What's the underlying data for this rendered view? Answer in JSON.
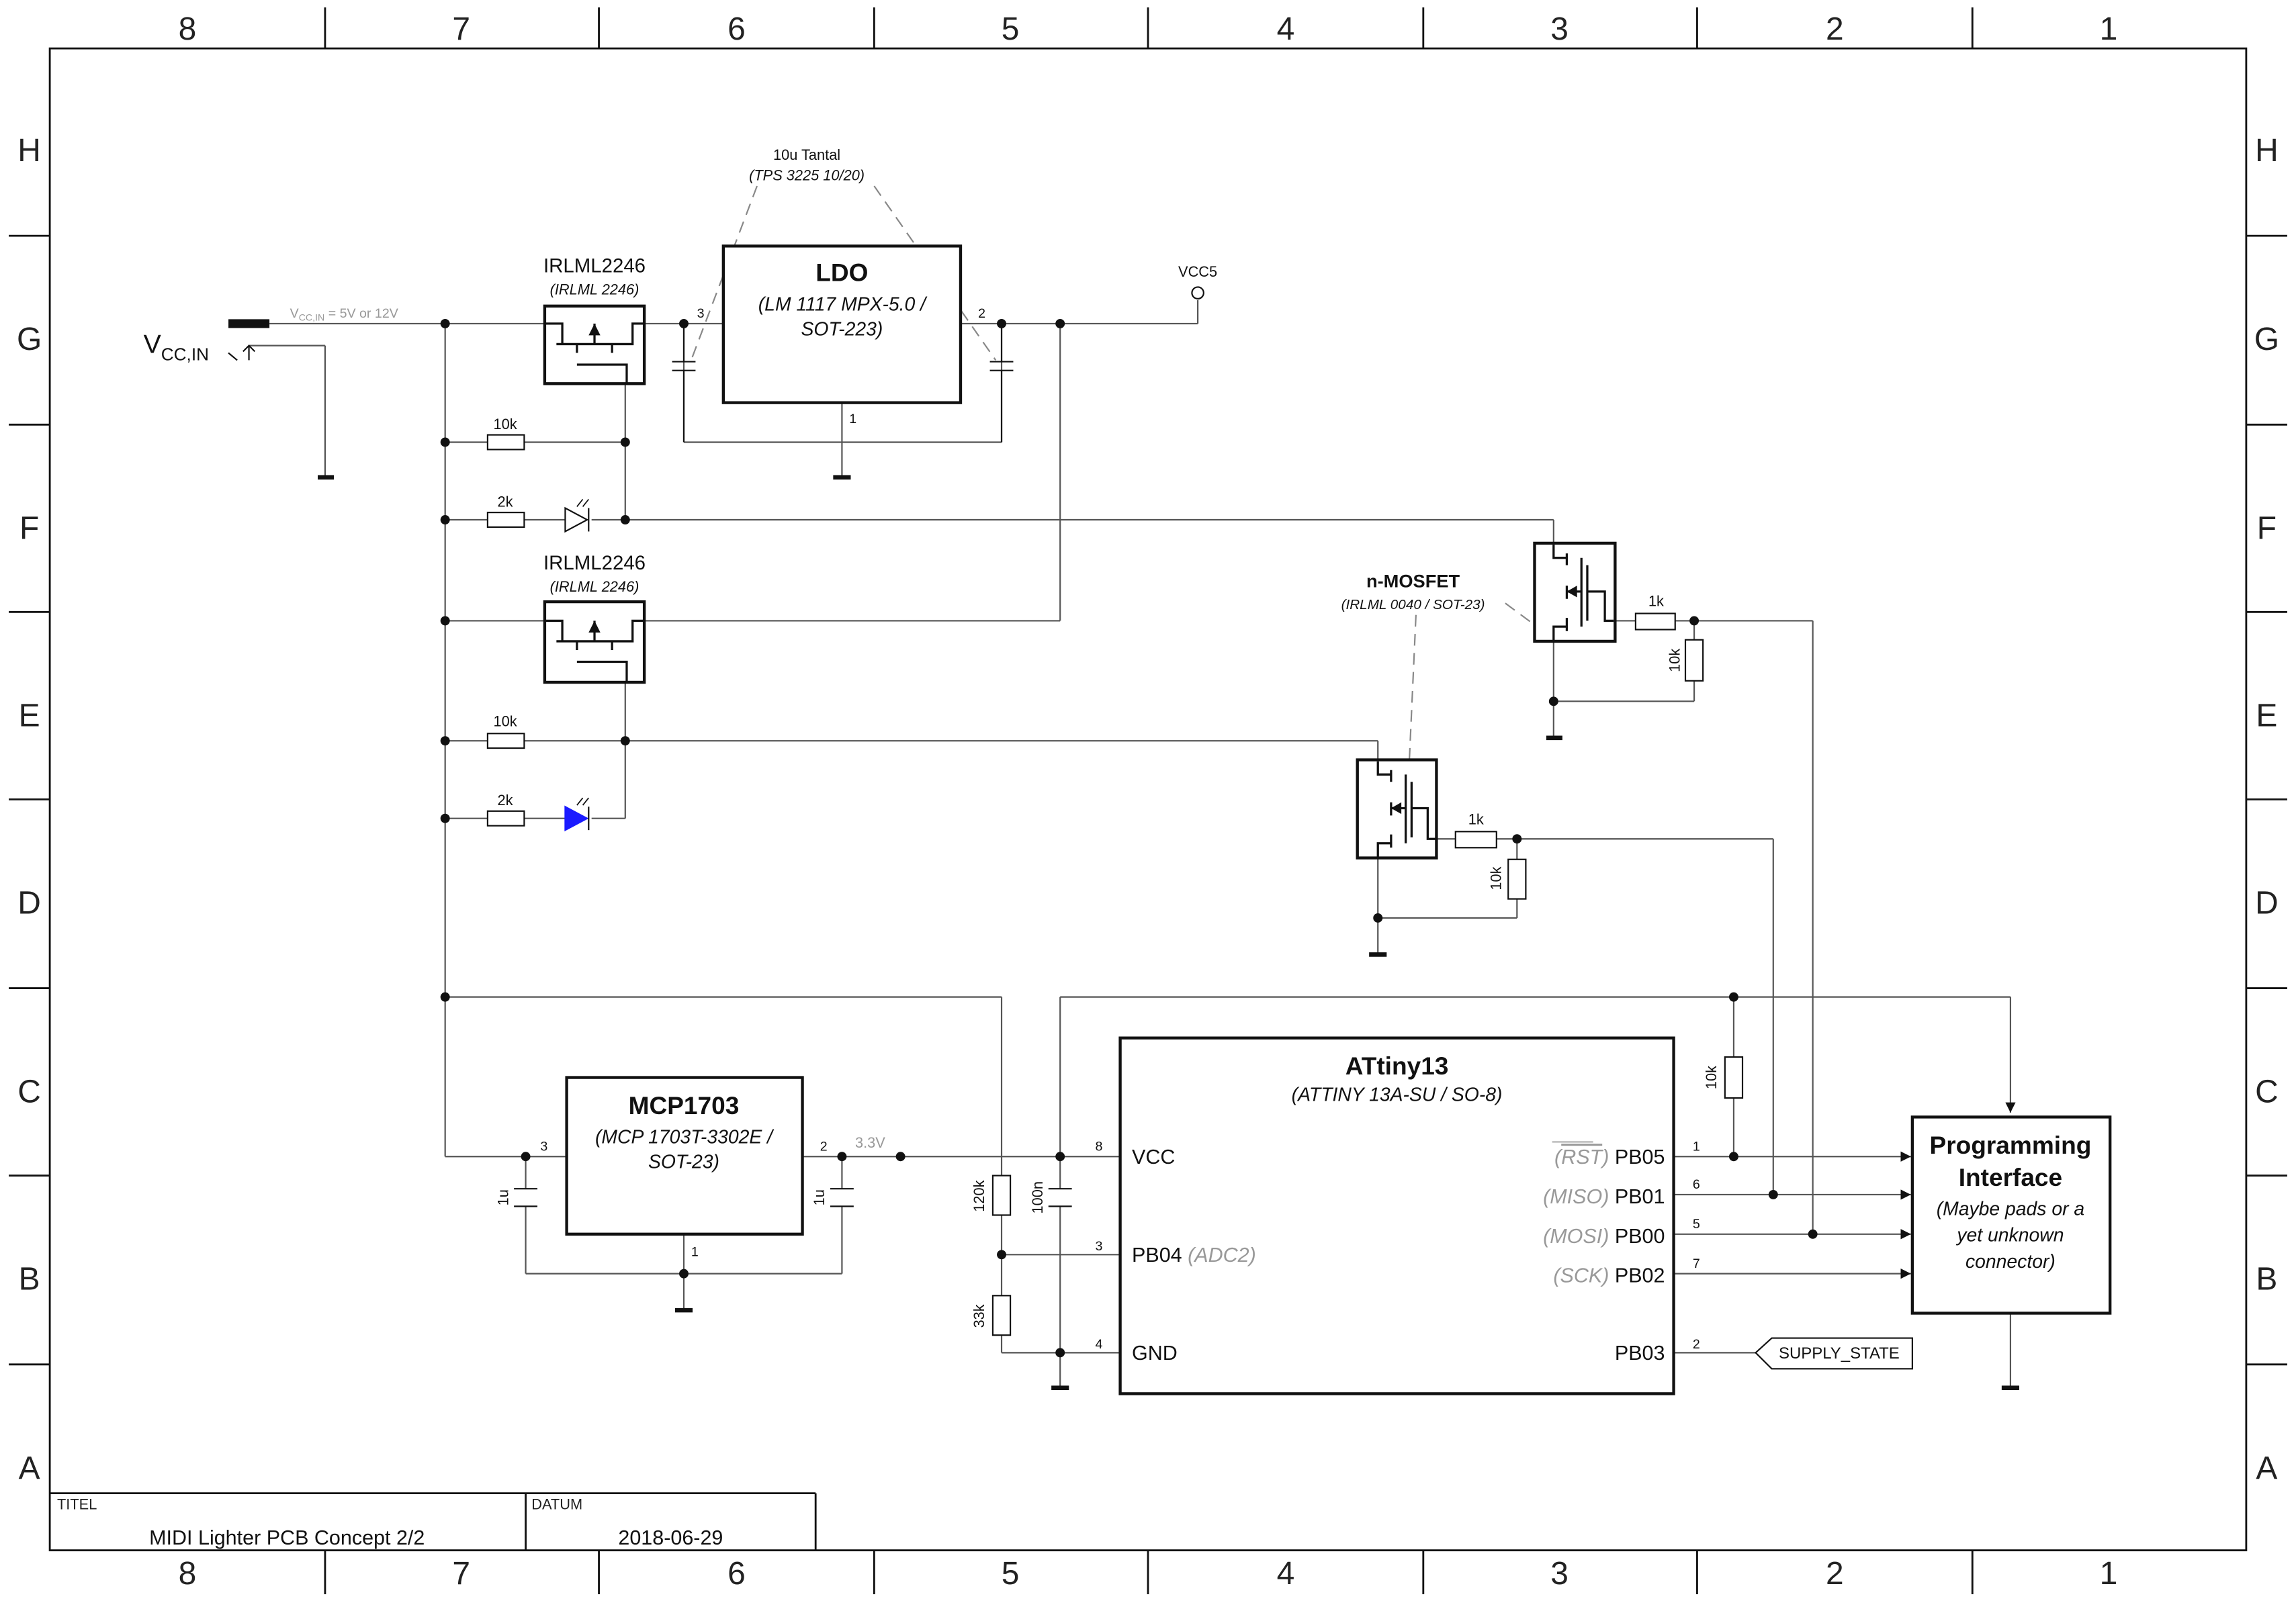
{
  "colors": {
    "stroke": "#111111",
    "grey_label": "#999999",
    "dash": "#888888",
    "led_blue": "#1a1aff"
  },
  "frame": {
    "columns": [
      "8",
      "7",
      "6",
      "5",
      "4",
      "3",
      "2",
      "1"
    ],
    "rows": [
      "H",
      "G",
      "F",
      "E",
      "D",
      "C",
      "B",
      "A"
    ]
  },
  "title_block": {
    "titel_label": "TITEL",
    "titel_value": "MIDI Lighter PCB Concept 2/2",
    "datum_label": "DATUM",
    "datum_value": "2018-06-29"
  },
  "input": {
    "label_main": "V",
    "label_sub": "CC,IN",
    "net_sub": "CC,IN",
    "net_rest": " = 5V or 12V",
    "net_v": "V"
  },
  "ldo": {
    "title": "LDO",
    "line1": "(LM 1117 MPX-5.0 /",
    "line2": "SOT-223)",
    "pin_in": "3",
    "pin_out": "2",
    "pin_gnd": "1"
  },
  "tantal_note": {
    "line1": "10u Tantal",
    "line2": "(TPS 3225 10/20)"
  },
  "vcc5": "VCC5",
  "pmos1": {
    "name": "IRLML2246",
    "part": "(IRLML 2246)"
  },
  "pmos2": {
    "name": "IRLML2246",
    "part": "(IRLML 2246)"
  },
  "resistors": {
    "r_g_10k": "10k",
    "r_f_2k": "2k",
    "r_e_10k": "10k",
    "r_d_2k": "2k",
    "r_mos1_1k": "1k",
    "r_mos1_10k": "10k",
    "r_mos2_1k": "1k",
    "r_mos2_10k": "10k",
    "r_120k": "120k",
    "r_33k": "33k",
    "r_pullup_10k": "10k"
  },
  "nmos_note": {
    "title": "n-MOSFET",
    "part": "(IRLML 0040 / SOT-23)"
  },
  "mcp": {
    "title": "MCP1703",
    "line1": "(MCP 1703T-3302E /",
    "line2": "SOT-23)",
    "pin_in": "3",
    "pin_out": "2",
    "pin_gnd": "1",
    "cap_in": "1u",
    "cap_out": "1u",
    "v_out": "3.3V"
  },
  "cap_100n": "100n",
  "mcu": {
    "title": "ATtiny13",
    "part": "(ATTINY 13A-SU / SO-8)",
    "vcc": "VCC",
    "pin_vcc": "8",
    "pb04": "PB04",
    "adc2": "(ADC2)",
    "pin_pb04": "3",
    "gnd": "GND",
    "pin_gnd": "4",
    "pb05": "PB05",
    "rst": "RST",
    "pin_pb05": "1",
    "pb01": "PB01",
    "miso": "(MISO)",
    "pin_pb01": "6",
    "pb00": "PB00",
    "mosi": "(MOSI)",
    "pin_pb00": "5",
    "pb02": "PB02",
    "sck": "(SCK)",
    "pin_pb02": "7",
    "pb03": "PB03",
    "pin_pb03": "2"
  },
  "supply_state": "SUPPLY_STATE",
  "prog": {
    "title1": "Programming",
    "title2": "Interface",
    "note1": "(Maybe pads or a",
    "note2": "yet unknown",
    "note3": "connector)"
  }
}
